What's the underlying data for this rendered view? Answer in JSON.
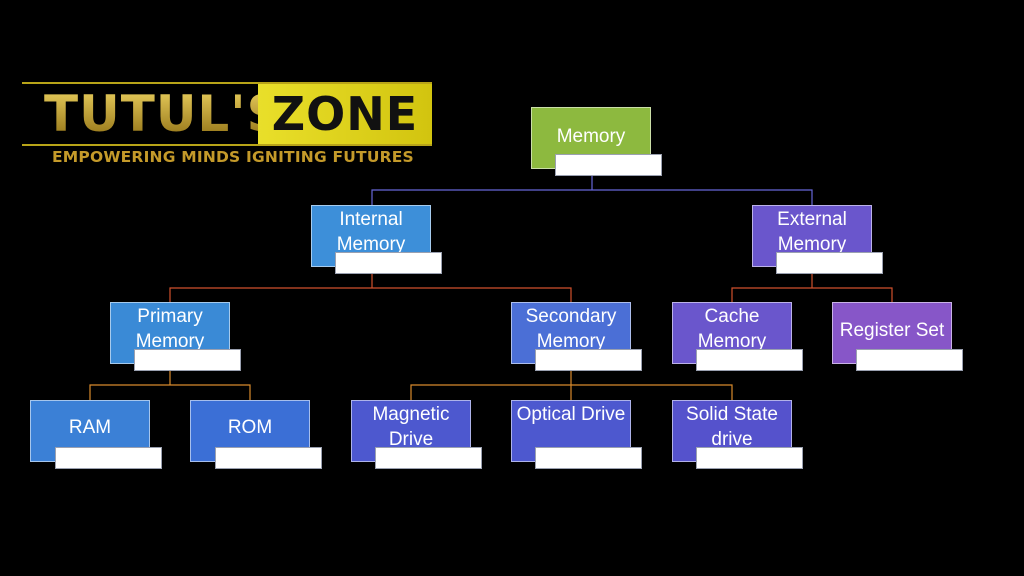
{
  "logo": {
    "brand_left": "TUTUL'S",
    "brand_right": "ZONE",
    "tagline": "EMPOWERING MINDS IGNITING FUTURES"
  },
  "colors": {
    "root": "#8db93f",
    "level1": "#3d8fd9",
    "level2_primary": "#3a8ad6",
    "level2_secondary": "#4b6fd6",
    "external": "#6a56cc",
    "register": "#8756c8",
    "leaf_ram_rom": "#3b80d6",
    "leaf_drives": "#4d58cf",
    "connector_blue": "#6666d8",
    "connector_orange": "#d88a2c",
    "connector_red": "#d0502c"
  },
  "diagram": {
    "root": {
      "label": "Memory"
    },
    "internal": {
      "label": "Internal Memory"
    },
    "external": {
      "label": "External Memory"
    },
    "primary": {
      "label": "Primary Memory"
    },
    "secondary": {
      "label": "Secondary Memory"
    },
    "cache": {
      "label": "Cache Memory"
    },
    "register": {
      "label": "Register Set"
    },
    "ram": {
      "label": "RAM"
    },
    "rom": {
      "label": "ROM"
    },
    "magnetic": {
      "label": "Magnetic Drive"
    },
    "optical": {
      "label": "Optical Drive"
    },
    "solid": {
      "label": "Solid State drive"
    }
  }
}
